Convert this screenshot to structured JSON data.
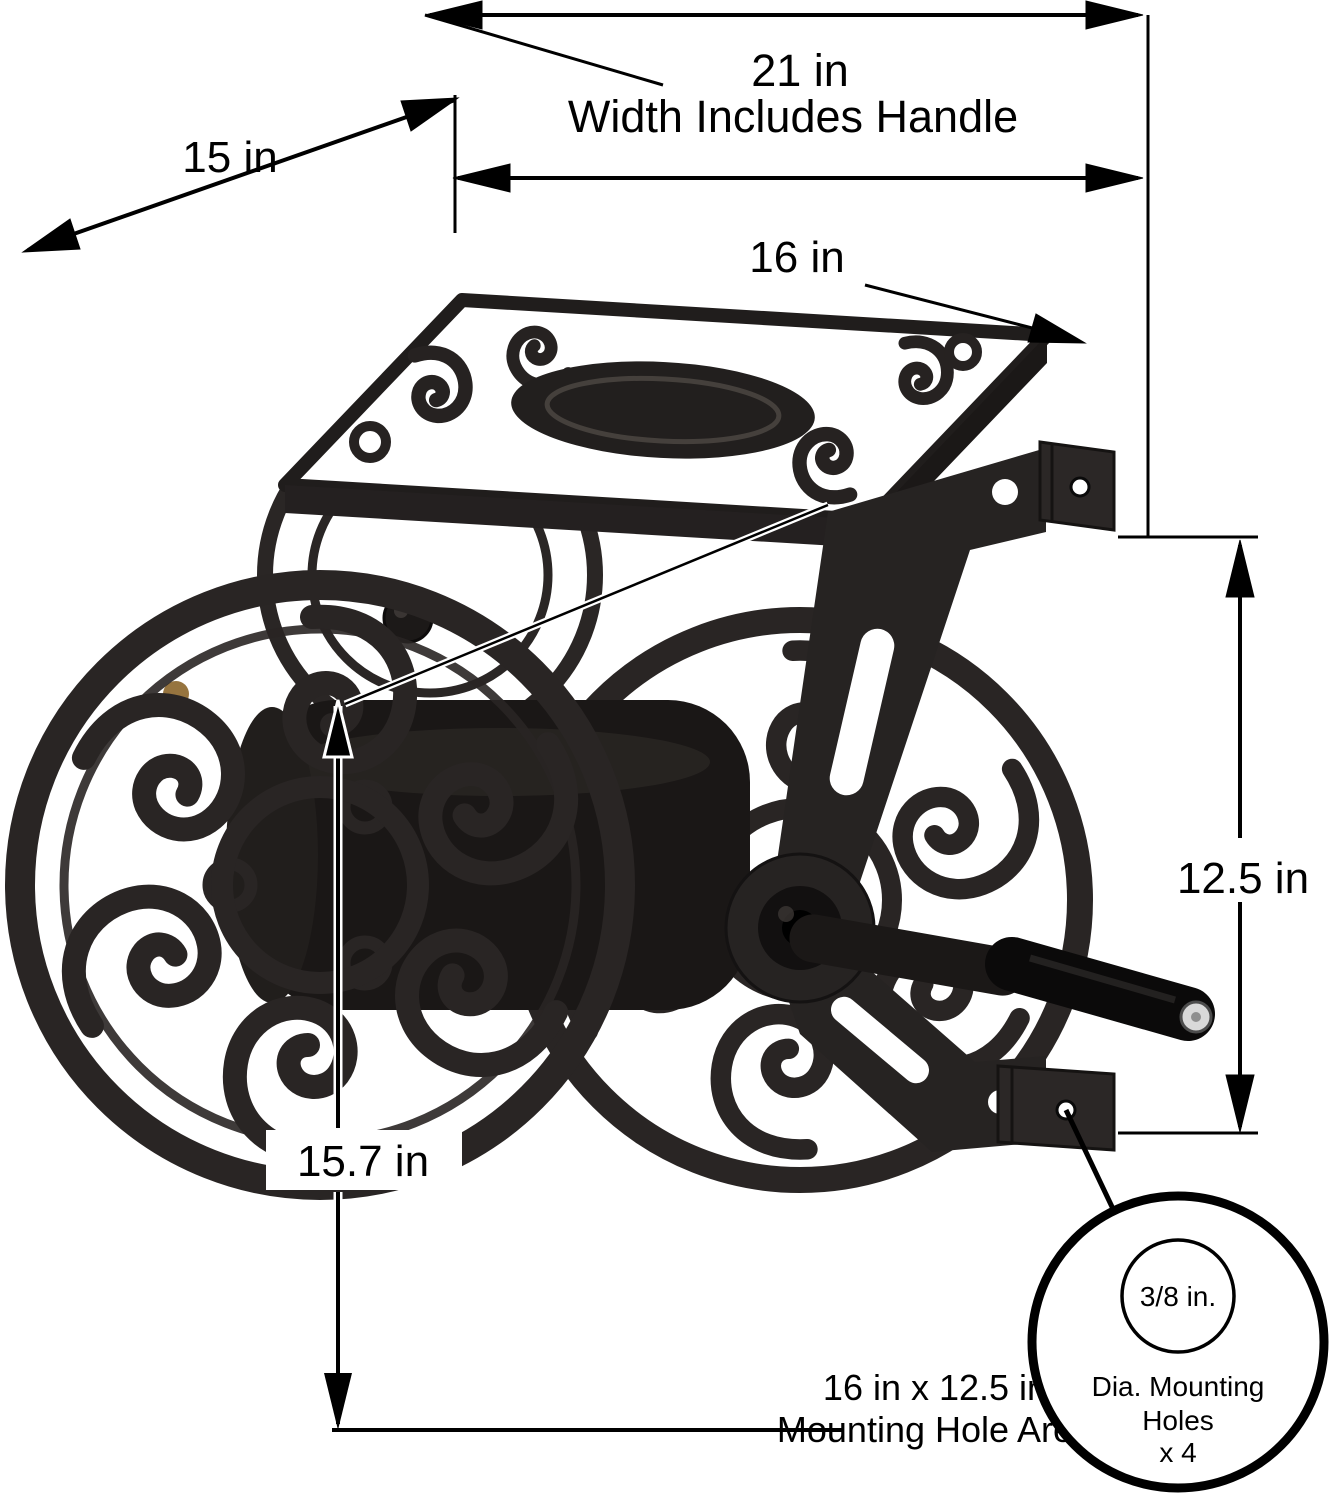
{
  "page": {
    "background": "#ffffff",
    "line_color": "#000000",
    "metal_color": "#262322"
  },
  "dimensions": {
    "total_width": {
      "value": "21 in",
      "note": "Width Includes Handle"
    },
    "depth": {
      "value": "15 in"
    },
    "tray_width": {
      "value": "16 in"
    },
    "mount_height": {
      "value": "12.5 in"
    },
    "overall_height": {
      "value": "15.7 in"
    }
  },
  "mounting": {
    "area_line1": "16 in x 12.5 in",
    "area_line2": "Mounting Hole Area",
    "hole_diameter": "3/8 in.",
    "hole_note_line1": "Dia. Mounting",
    "hole_note_line2": "Holes",
    "hole_note_line3": "x 4"
  }
}
